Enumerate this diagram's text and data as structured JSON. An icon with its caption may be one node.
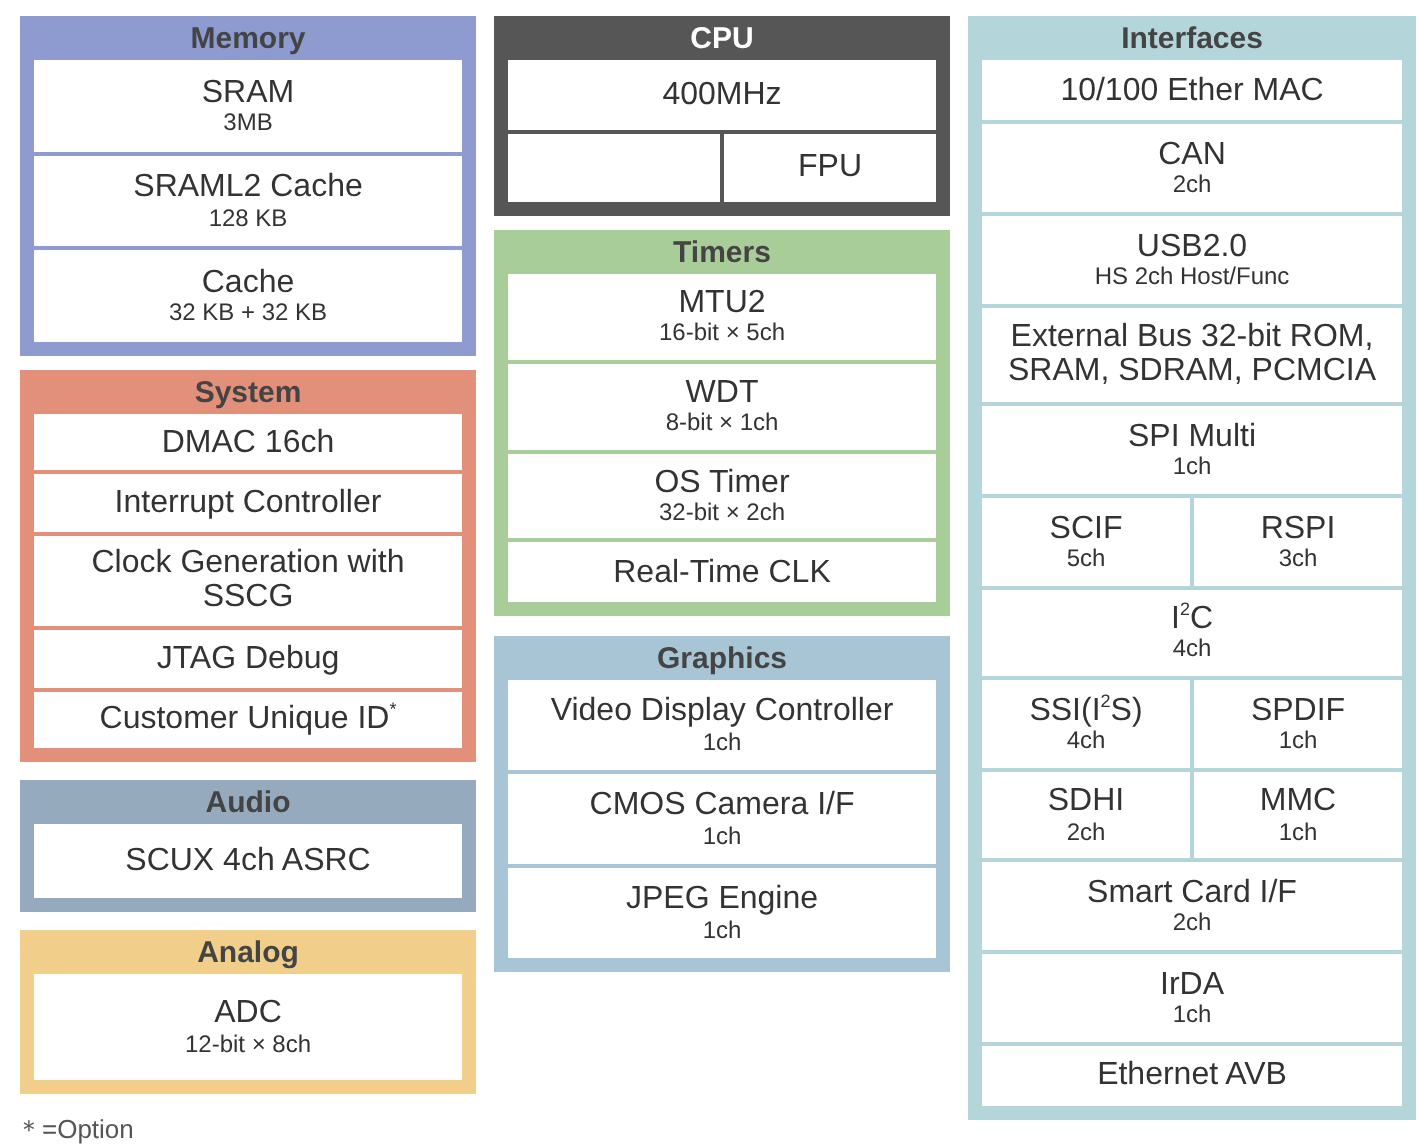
{
  "diagram": {
    "nodes": [
      {
        "text": [
          "Memory"
        ]
      },
      {
        "text": [
          "SRAM",
          "3MB"
        ],
        "in": 0
      },
      {
        "text": [
          "SRAML2 Cache",
          "128 KB"
        ],
        "in": 0
      },
      {
        "text": [
          "Cache",
          "32 KB + 32 KB"
        ],
        "in": 0
      },
      {
        "text": [
          "System"
        ]
      },
      {
        "text": [
          "DMAC 16ch"
        ],
        "in": 4
      },
      {
        "text": [
          "Interrupt Controller"
        ],
        "in": 4
      },
      {
        "text": [
          "Clock Generation with SSCG"
        ],
        "in": 4
      },
      {
        "text": [
          "JTAG Debug"
        ],
        "in": 4
      },
      {
        "text": [
          "Customer Unique ID$^{*}$"
        ],
        "in": 4
      },
      {
        "text": [
          "Audio"
        ]
      },
      {
        "text": [
          "SCUX 4ch ASRC"
        ],
        "in": 10
      },
      {
        "text": [
          "Analog"
        ]
      },
      {
        "text": [
          "ADC",
          "12-bit × 8ch"
        ],
        "in": 12
      },
      {
        "text": [
          "CPU"
        ]
      },
      {
        "text": [
          "400MHz"
        ],
        "in": 14
      },
      {
        "text": [],
        "shape": "box",
        "in": 14
      },
      {
        "text": [
          "FPU"
        ],
        "in": 14
      },
      {
        "text": [
          "Timers"
        ]
      },
      {
        "text": [
          "MTU2",
          "16-bit × 5ch"
        ],
        "in": 18
      },
      {
        "text": [
          "WDT",
          "8-bit × 1ch"
        ],
        "in": 18
      },
      {
        "text": [
          "OS Timer",
          "32-bit × 2ch"
        ],
        "in": 18
      },
      {
        "text": [
          "Real-Time CLK"
        ],
        "in": 18
      },
      {
        "text": [
          "Graphics"
        ]
      },
      {
        "text": [
          "Video Display Controller",
          "1ch"
        ],
        "in": 23
      },
      {
        "text": [
          "CMOS Camera I/F",
          "1ch"
        ],
        "in": 23
      },
      {
        "text": [
          "JPEG Engine",
          "1ch"
        ],
        "in": 23
      },
      {
        "text": [
          "Interfaces"
        ]
      },
      {
        "text": [
          "10/100 Ether MAC"
        ],
        "in": 27
      },
      {
        "text": [
          "CAN",
          "2ch"
        ],
        "in": 27
      },
      {
        "text": [
          "USB2.0",
          "HS 2ch Host/Func"
        ],
        "in": 27
      },
      {
        "text": [
          "External Bus 32-bit ROM, SRAM, SDRAM, PCMCIA"
        ],
        "in": 27
      },
      {
        "text": [
          "SPI Multi",
          "1ch"
        ],
        "in": 27
      },
      {
        "text": [
          "SCIF",
          "5ch"
        ],
        "in": 27
      },
      {
        "text": [
          "RSPI",
          "3ch"
        ],
        "in": 27
      },
      {
        "text": [
          "I$^{2}$C",
          "4ch"
        ],
        "in": 27
      },
      {
        "text": [
          "SSI(I$^{2}$S)",
          "4ch"
        ],
        "in": 27
      },
      {
        "text": [
          "SPDIF",
          "1ch"
        ],
        "in": 27
      },
      {
        "text": [
          "SDHI",
          "2ch"
        ],
        "in": 27
      },
      {
        "text": [
          "MMC",
          "1ch"
        ],
        "in": 27
      },
      {
        "text": [
          "Smart Card I/F",
          "2ch"
        ],
        "in": 27
      },
      {
        "text": [
          "IrDA",
          "1ch"
        ],
        "in": 27
      },
      {
        "text": [
          "Ethernet AVB"
        ],
        "in": 27
      }
    ],
    "labels": [
      "＊=Option"
    ]
  }
}
